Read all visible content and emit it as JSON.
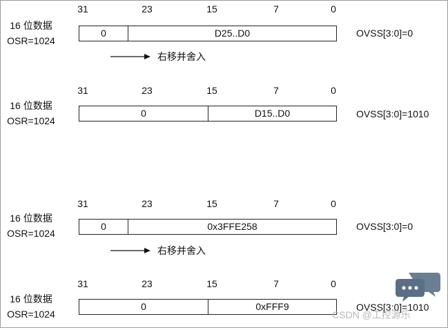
{
  "bit_positions": [
    "31",
    "23",
    "15",
    "7",
    "0"
  ],
  "blocks": [
    {
      "label_line1": "16 位数据",
      "label_line2": "OSR=1024",
      "fields": [
        "0",
        "D25..D0"
      ],
      "ovss": "OVSS[3:0]=0",
      "shift_label": "右移并舍入"
    },
    {
      "label_line1": "16 位数据",
      "label_line2": "OSR=1024",
      "fields": [
        "0",
        "D15..D0"
      ],
      "ovss": "OVSS[3:0]=1010"
    },
    {
      "label_line1": "16 位数据",
      "label_line2": "OSR=1024",
      "fields": [
        "0",
        "0x3FFE258"
      ],
      "ovss": "OVSS[3:0]=0",
      "shift_label": "右移并舍入"
    },
    {
      "label_line1": "16 位数据",
      "label_line2": "OSR=1024",
      "fields": [
        "0",
        "0xFFF9"
      ],
      "ovss": "OVSS[3:0]=1010"
    }
  ],
  "watermark": "CSDN @工控源乐"
}
